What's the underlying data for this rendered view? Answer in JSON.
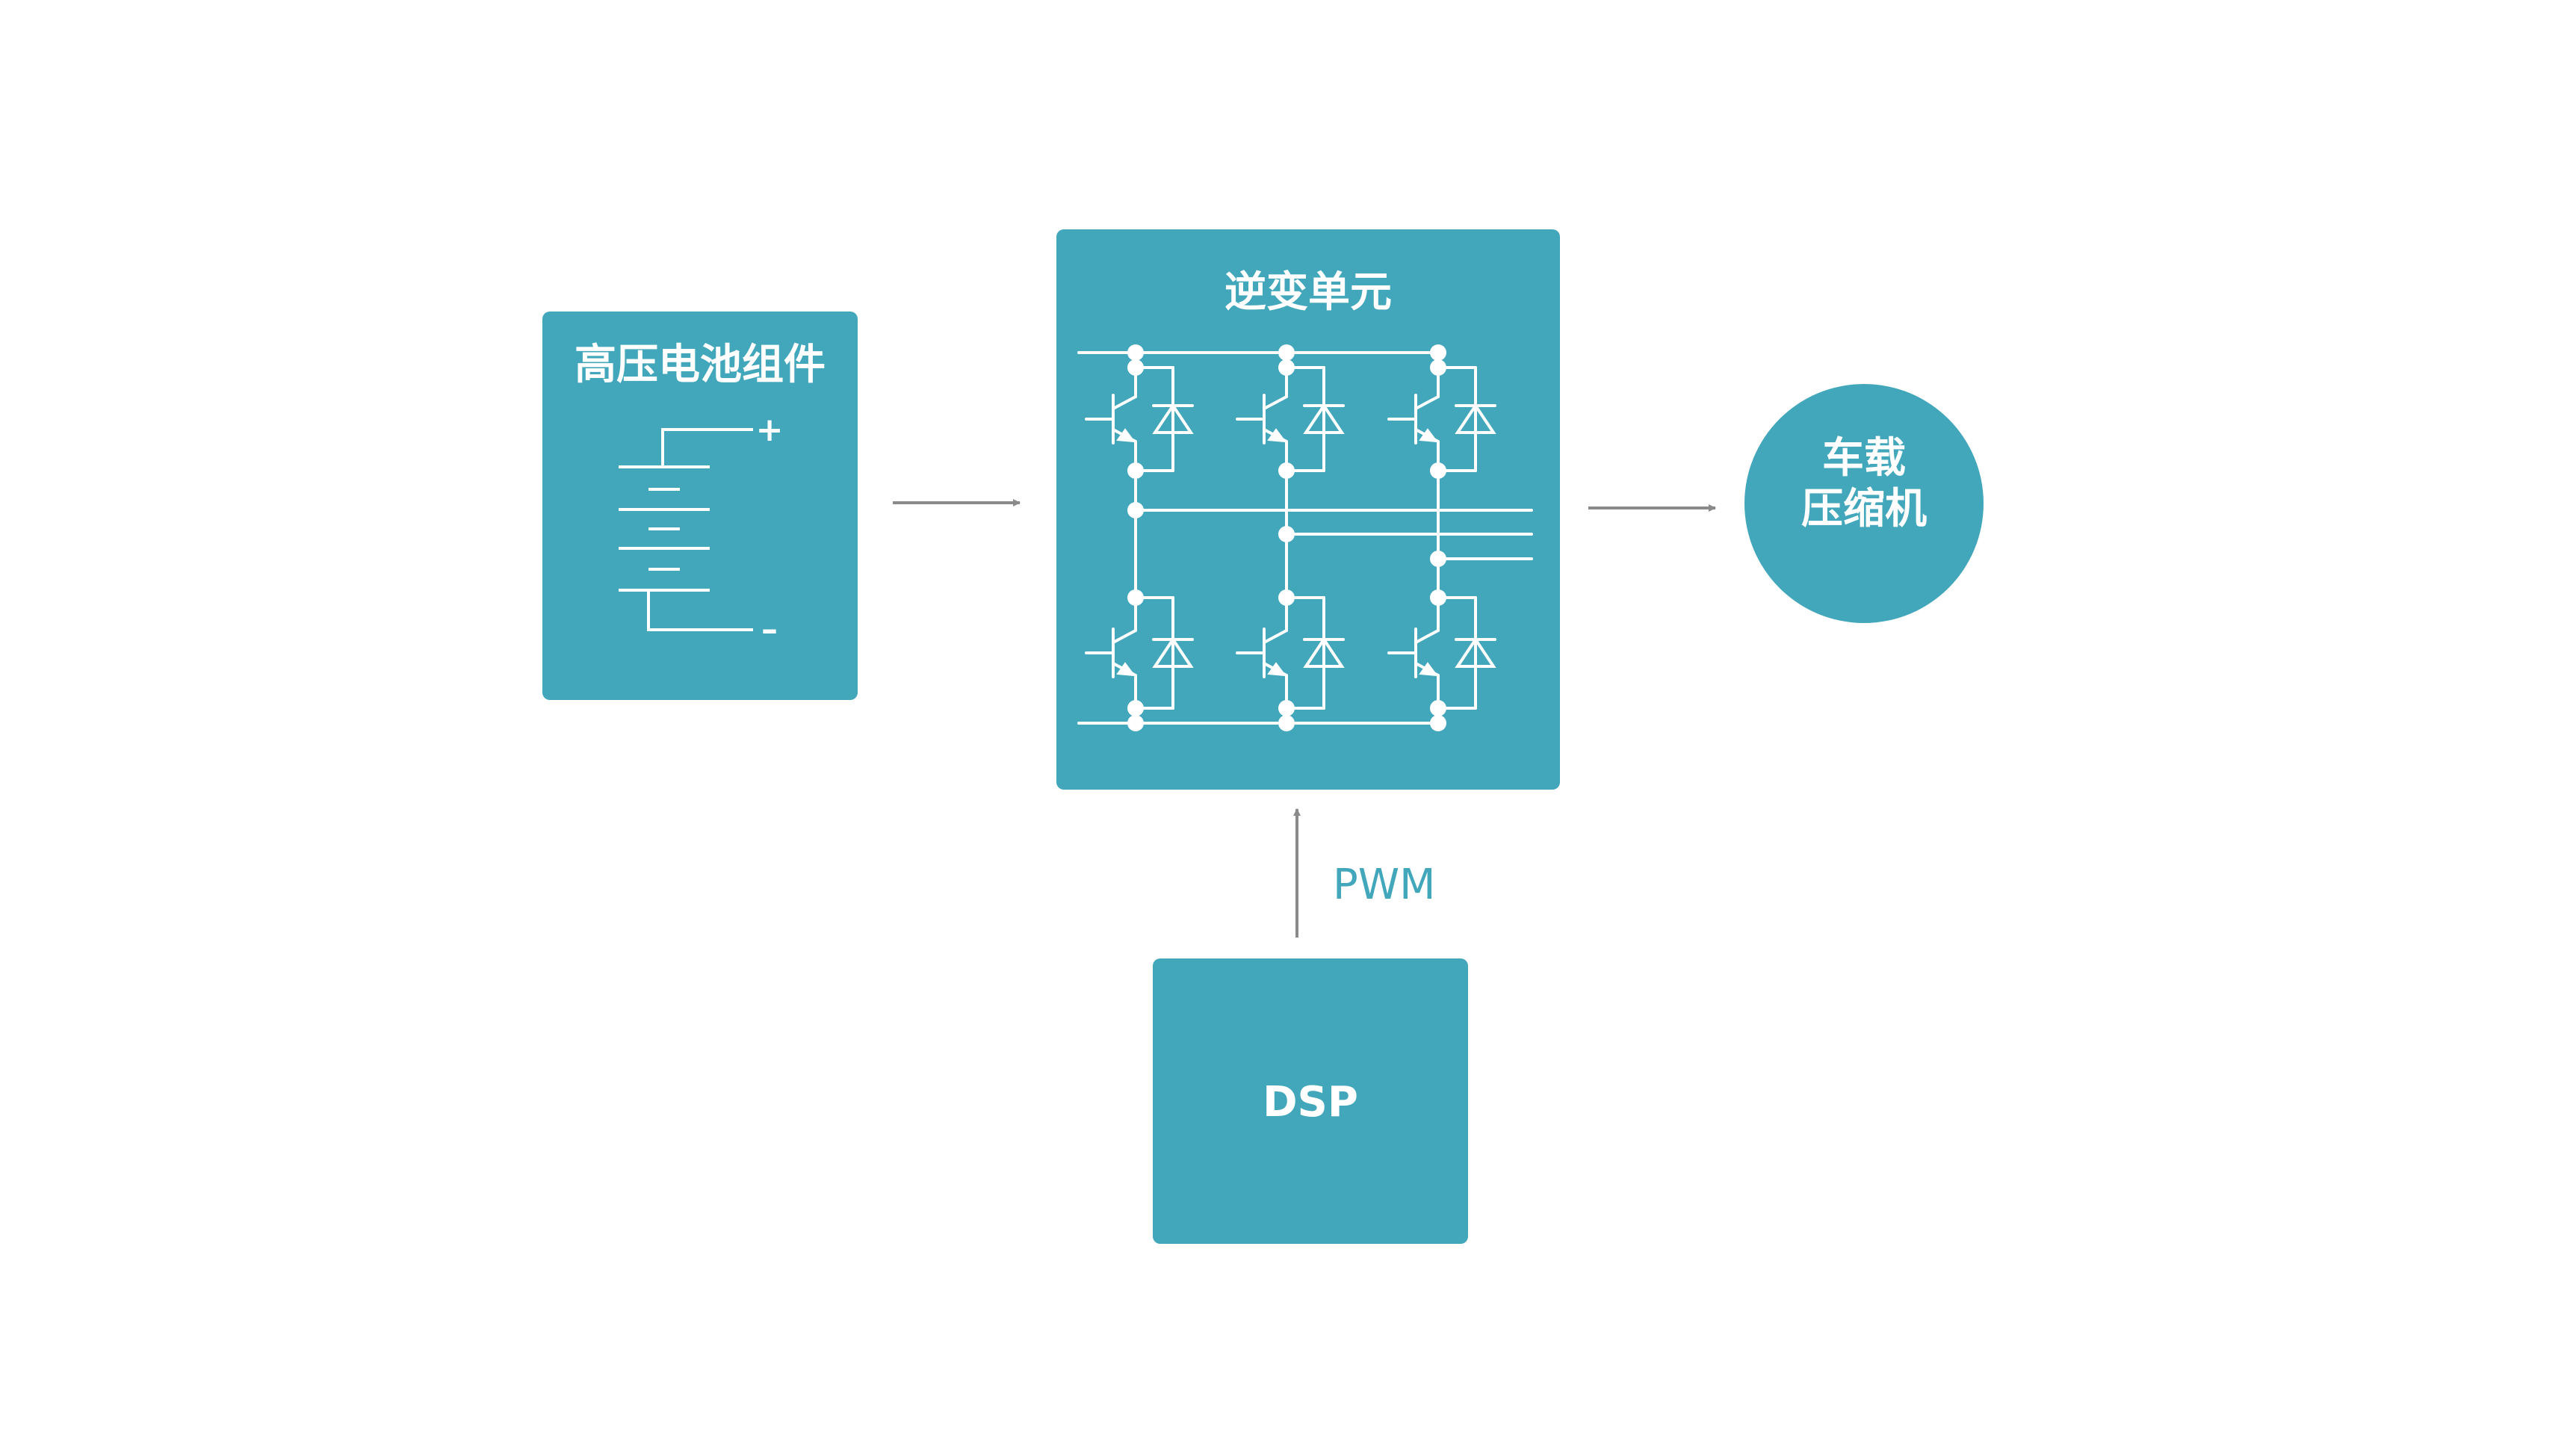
{
  "colors": {
    "block": "#43A7BC",
    "arrow": "#8A8A8A",
    "circuit": "#ffffff",
    "pwm_text": "#43A7BC"
  },
  "blocks": {
    "battery": {
      "title": "高压电池组件",
      "plus": "+",
      "minus": "–"
    },
    "inverter": {
      "title": "逆变单元"
    },
    "compressor": {
      "line1": "车载",
      "line2": "压缩机"
    },
    "dsp": {
      "title": "DSP"
    }
  },
  "signals": {
    "pwm": "PWM"
  }
}
